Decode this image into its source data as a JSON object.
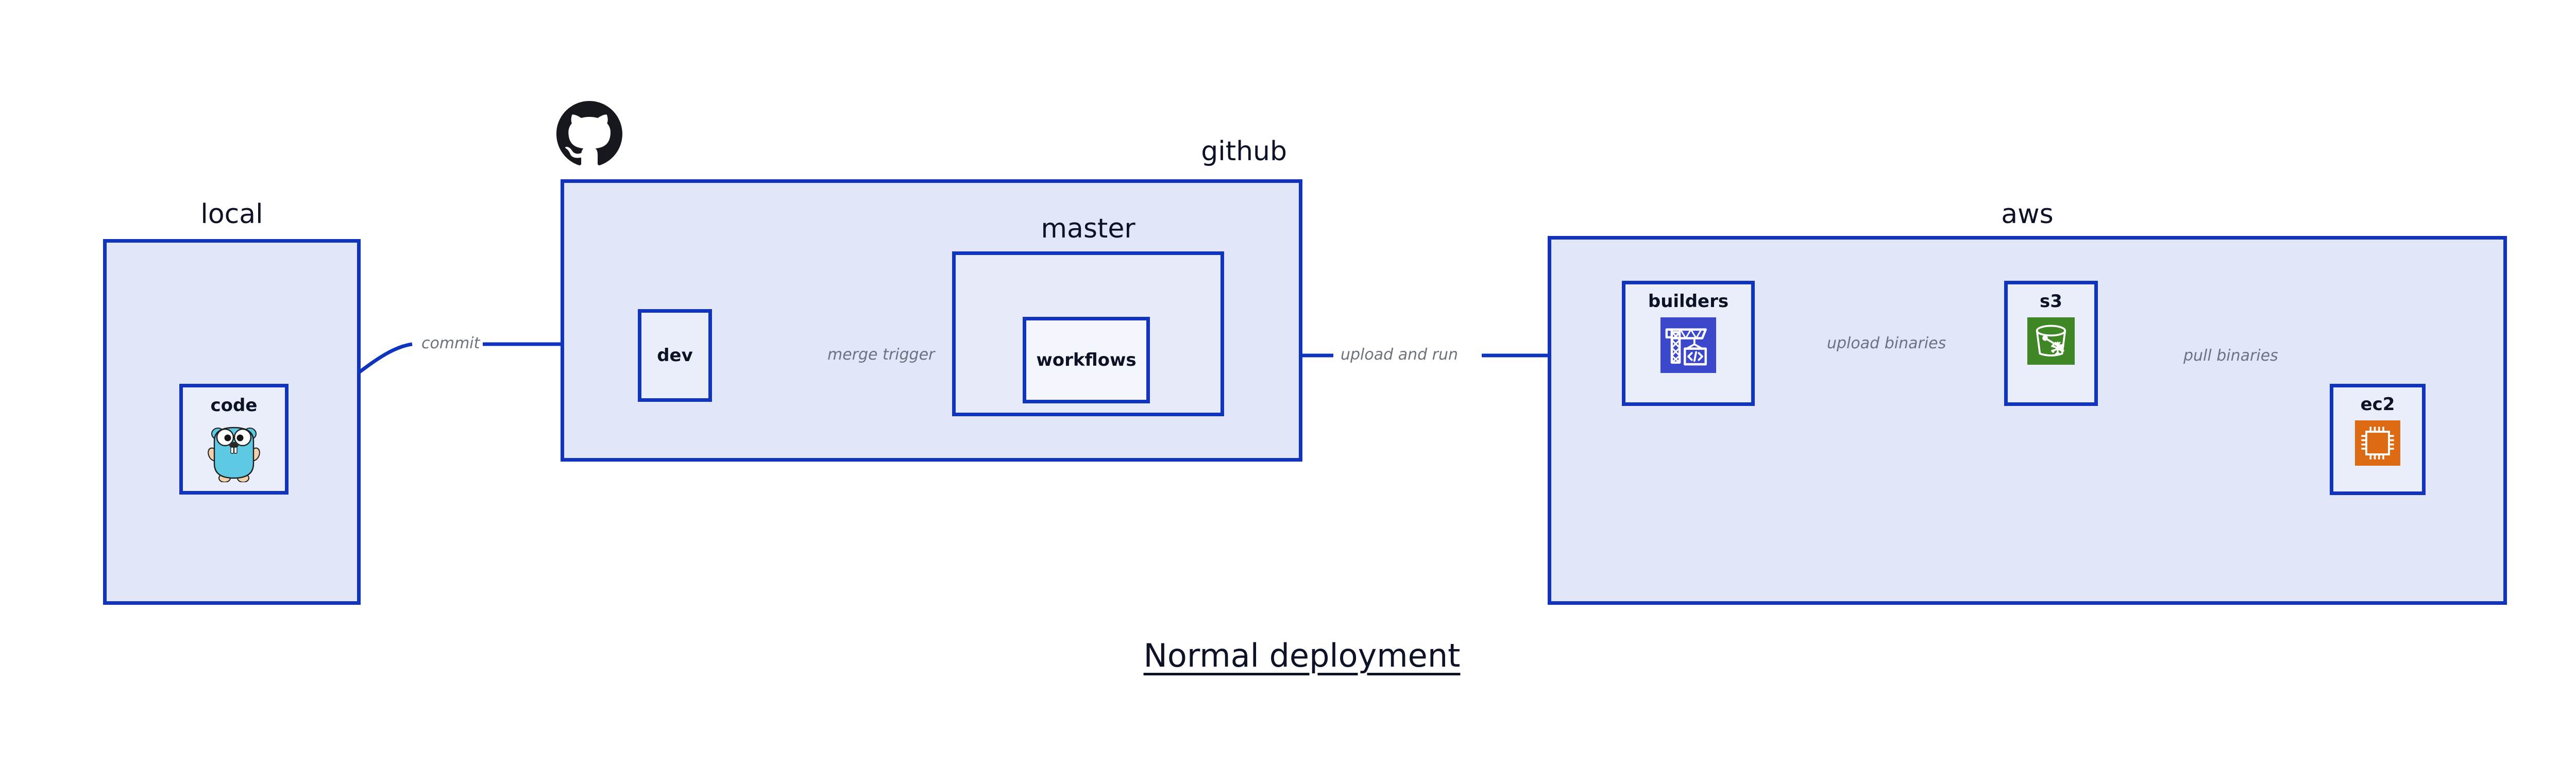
{
  "title": "Normal deployment",
  "theme": {
    "group_border": "#1035bc",
    "group_fill": "#e1e6f8",
    "group_fill_nested": "#e8ecfa",
    "node_fill": "#eaeefb",
    "node_fill_deep": "#f4f6fd",
    "label_color": "#0d1226",
    "edge_label_color": "#6c737f",
    "arrow_color": "#1035bc",
    "gopher_body": "#5dc9e2",
    "codebuild_bg": "#3b48cc",
    "s3_bg": "#3f8624",
    "ec2_bg": "#dd6b13",
    "octocat_color": "#16181d"
  },
  "groups": {
    "local": {
      "label": "local"
    },
    "github": {
      "label": "github"
    },
    "master": {
      "label": "master"
    },
    "aws": {
      "label": "aws"
    }
  },
  "nodes": {
    "code": {
      "label": "code",
      "icon": "go-gopher-icon"
    },
    "dev": {
      "label": "dev",
      "icon": "none"
    },
    "workflows": {
      "label": "workflows",
      "icon": "none"
    },
    "builders": {
      "label": "builders",
      "icon": "aws-codebuild-icon"
    },
    "s3": {
      "label": "s3",
      "icon": "aws-s3-glacier-icon"
    },
    "ec2": {
      "label": "ec2",
      "icon": "aws-ec2-icon"
    }
  },
  "edges": [
    {
      "id": "commit",
      "label": "commit",
      "from": "code",
      "to": "dev"
    },
    {
      "id": "merge-trigger",
      "label": "merge trigger",
      "from": "dev",
      "to": "workflows"
    },
    {
      "id": "upload-and-run",
      "label": "upload and run",
      "from": "workflows",
      "to": "builders"
    },
    {
      "id": "upload-binaries",
      "label": "upload binaries",
      "from": "builders",
      "to": "s3"
    },
    {
      "id": "pull-binaries",
      "label": "pull binaries",
      "from": "s3",
      "to": "ec2"
    }
  ],
  "icons": {
    "octocat": "github-octocat-icon"
  }
}
